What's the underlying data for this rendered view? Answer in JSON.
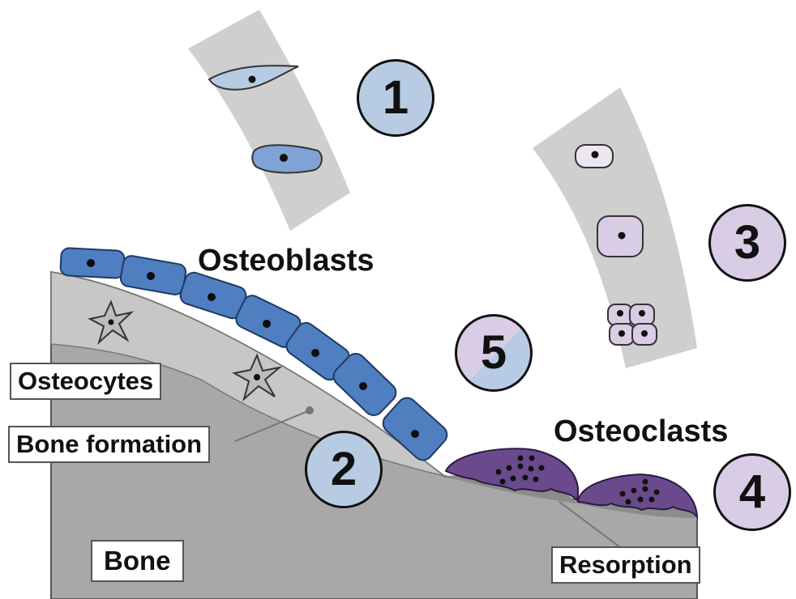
{
  "labels": {
    "osteoblasts": "Osteoblasts",
    "osteoclasts": "Osteoclasts",
    "osteocytes": "Osteocytes",
    "bone_formation": "Bone formation",
    "bone": "Bone",
    "resorption": "Resorption"
  },
  "steps": [
    "1",
    "2",
    "3",
    "4",
    "5"
  ],
  "colors": {
    "osteoblast_blue": "#4f7fc0",
    "osteoblast_light": "#b7cce3",
    "osteoclast_purple": "#6a4a8c",
    "osteoclast_light": "#d9cde6",
    "bone_dark": "#a8a8a8",
    "bone_light": "#c7c7c7",
    "stream_gray": "#cfcfcf"
  },
  "icons": [
    "osteocyte-star-icon",
    "osteoblast-cell-icon",
    "osteoclast-cell-icon"
  ]
}
